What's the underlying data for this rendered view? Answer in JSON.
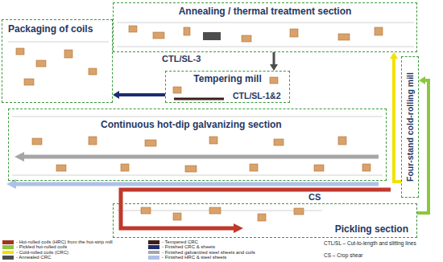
{
  "diagram": {
    "nodes": [
      {
        "text": [
          "Annealing / thermal treatment section"
        ]
      },
      {
        "text": [
          "Packaging of coils"
        ]
      },
      {
        "text": [
          "Tempering mill"
        ]
      },
      {
        "text": [
          "Four-stand cold-rolling mill"
        ]
      },
      {
        "text": [
          "Continuous hot-dip galvanizing section"
        ]
      },
      {
        "text": [
          "Pickling section"
        ]
      }
    ],
    "edges": [
      {
        "from": 5,
        "to": 3,
        "arrow": "to"
      },
      {
        "from": 3,
        "to": 0,
        "arrow": "to"
      },
      {
        "from": 0,
        "to": 2,
        "arrow": "to"
      },
      {
        "from": 2,
        "to": 1,
        "arrow": "to"
      }
    ],
    "labels": [
      "CTL/SL-3",
      "CTL/SL-1&2",
      "CS",
      "CTL/SL – Cut-to-length and slitting lines",
      "CS – Crop shear"
    ],
    "legend": [
      {
        "text": "- Hot-rolled coils (HRC) from the hot-strip mill",
        "color": "#A0341F"
      },
      {
        "text": "- Pickled hot-rolled coils",
        "color": "#8DC63F"
      },
      {
        "text": "- Cold-rolled coils (CRC)",
        "color": "#F2E200"
      },
      {
        "text": "- Annealed CRC",
        "color": "#4D4D4D"
      },
      {
        "text": "- Tempered CRC",
        "color": "#3B1F1A"
      },
      {
        "text": "- Finished CRC & sheets",
        "color": "#1F2D6E"
      },
      {
        "text": "- Finished galvanized steel sheets and coils",
        "color": "#A6A6A6"
      },
      {
        "text": "- Finished HRC & steel sheets",
        "color": "#AFC0E8"
      }
    ]
  }
}
